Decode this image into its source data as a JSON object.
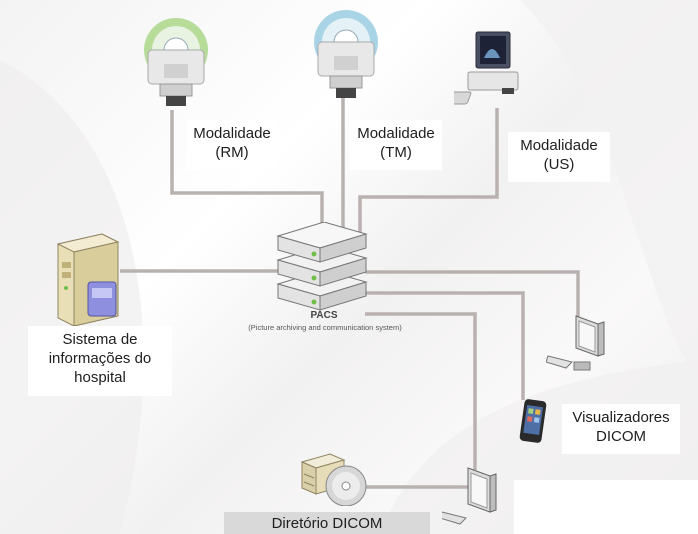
{
  "nodes": {
    "mr": "Modalidade\n(RM)",
    "ct": "Modalidade\n(TM)",
    "us": "Modalidade\n(US)",
    "his": "Sistema de\ninformações do\nhospital",
    "pacs_title": "PACS",
    "pacs_subtitle": "(Picture archiving and communication system)",
    "viewers": "Visualizadores\nDICOM",
    "directory": "Diretório DICOM"
  },
  "colors": {
    "connector": "#b9b1b0",
    "node_fill": "#e8e8e8",
    "accent_green": "#6fbf4a",
    "mr_ring": "#b7dc9a",
    "ct_ring": "#a9d4e6"
  }
}
